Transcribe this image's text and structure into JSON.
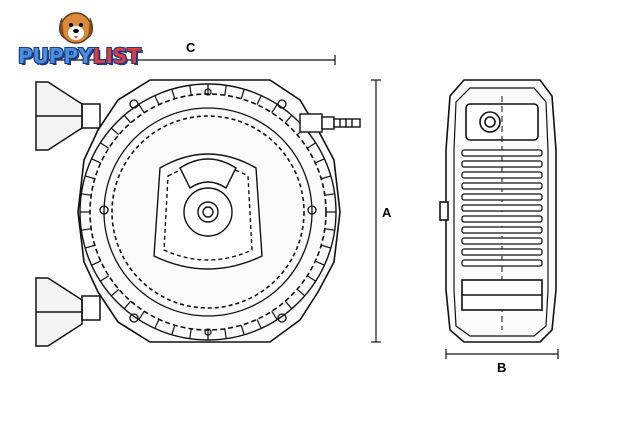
{
  "logo": {
    "text_part1": "PUPPY",
    "text_part2": "LIST"
  },
  "dimensions": {
    "a": "A",
    "b": "B",
    "c": "C"
  }
}
